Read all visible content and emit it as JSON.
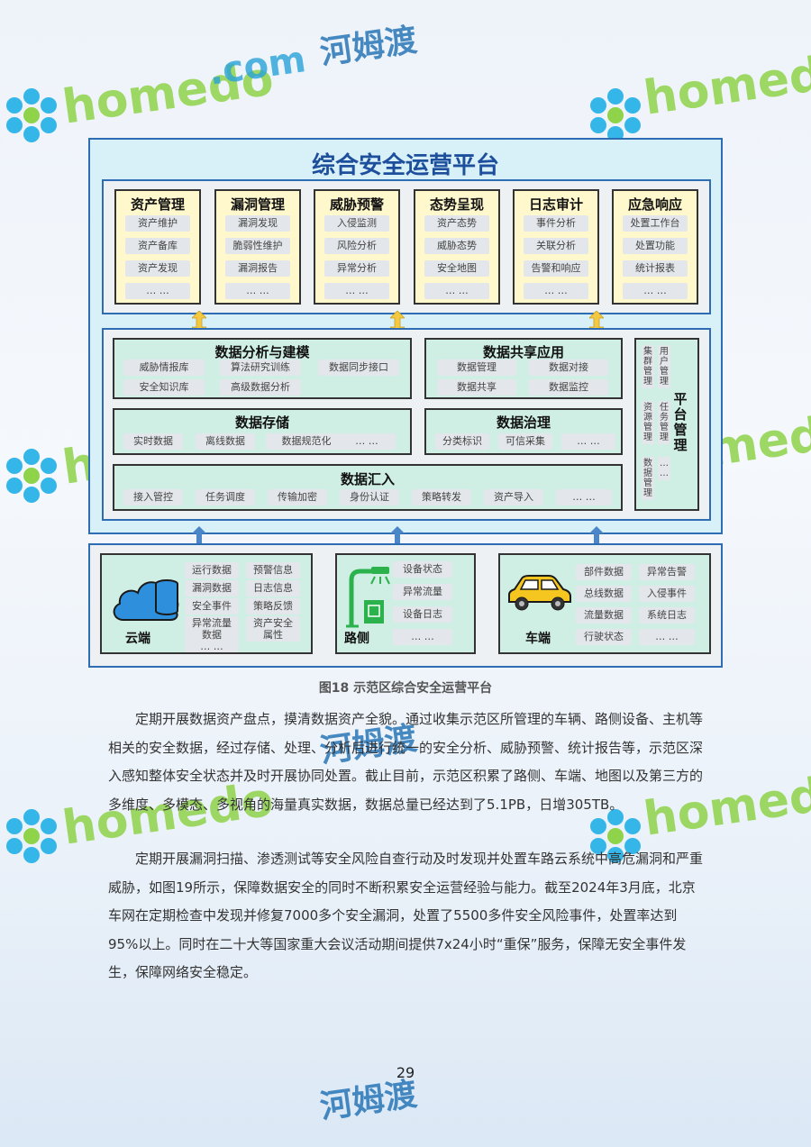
{
  "watermark": {
    "brand": "homedo",
    "domain": ".com",
    "cn": "河姆渡"
  },
  "diagram": {
    "title": "综合安全运营平台",
    "modules": [
      {
        "title": "资产管理",
        "items": [
          "资产维护",
          "资产备库",
          "资产发现",
          "… …"
        ]
      },
      {
        "title": "漏洞管理",
        "items": [
          "漏洞发现",
          "脆弱性维护",
          "漏洞报告",
          "… …"
        ]
      },
      {
        "title": "威胁预警",
        "items": [
          "入侵监测",
          "风险分析",
          "异常分析",
          "… …"
        ]
      },
      {
        "title": "态势呈现",
        "items": [
          "资产态势",
          "威胁态势",
          "安全地图",
          "… …"
        ]
      },
      {
        "title": "日志审计",
        "items": [
          "事件分析",
          "关联分析",
          "告警和响应",
          "… …"
        ]
      },
      {
        "title": "应急响应",
        "items": [
          "处置工作台",
          "处置功能",
          "统计报表",
          "… …"
        ]
      }
    ],
    "analysis": {
      "title": "数据分析与建模",
      "items": [
        "威胁情报库",
        "算法研究训练",
        "数据同步接口",
        "安全知识库",
        "高级数据分析"
      ]
    },
    "sharing": {
      "title": "数据共享应用",
      "items": [
        "数据管理",
        "数据对接",
        "数据共享",
        "数据监控"
      ]
    },
    "storage": {
      "title": "数据存储",
      "items": [
        "实时数据",
        "离线数据",
        "数据规范化",
        "… …"
      ]
    },
    "governance": {
      "title": "数据治理",
      "items": [
        "分类标识",
        "可信采集",
        "… …"
      ]
    },
    "ingest": {
      "title": "数据汇入",
      "items": [
        "接入管控",
        "任务调度",
        "传输加密",
        "身份认证",
        "策略转发",
        "资产导入",
        "… …"
      ]
    },
    "platform": {
      "title": "平台管理",
      "items": [
        "集群管理",
        "用户管理",
        "资源管理",
        "任务管理",
        "数据管理",
        "… …"
      ]
    },
    "cloud": {
      "label": "云端",
      "items": [
        "运行数据",
        "预警信息",
        "漏洞数据",
        "日志信息",
        "安全事件",
        "策略反馈",
        "异常流量数据",
        "资产安全属性",
        "… …"
      ]
    },
    "roadside": {
      "label": "路侧",
      "items": [
        "设备状态",
        "异常流量",
        "设备日志",
        "… …"
      ]
    },
    "vehicle": {
      "label": "车端",
      "items": [
        "部件数据",
        "异常告警",
        "总线数据",
        "入侵事件",
        "流量数据",
        "系统日志",
        "行驶状态",
        "… …"
      ]
    },
    "colors": {
      "outer_border": "#2e6db4",
      "outer_bg": "#d8f0f8",
      "module_bg": "#fff8cc",
      "data_bg": "#cfeee4",
      "pill_bg": "#e3e6ea",
      "arrow": "#4a86c8",
      "arrow_top": "#f5c842"
    }
  },
  "caption": "图18  示范区综合安全运营平台",
  "paragraphs": [
    "定期开展数据资产盘点，摸清数据资产全貌。通过收集示范区所管理的车辆、路侧设备、主机等相关的安全数据，经过存储、处理、分析后进行统一的安全分析、威胁预警、统计报告等，示范区深入感知整体安全状态并及时开展协同处置。截止目前，示范区积累了路侧、车端、地图以及第三方的多维度、多模态、多视角的海量真实数据，数据总量已经达到了5.1PB，日增305TB。",
    "定期开展漏洞扫描、渗透测试等安全风险自查行动及时发现并处置车路云系统中高危漏洞和严重威胁，如图19所示，保障数据安全的同时不断积累安全运营经验与能力。截至2024年3月底，北京车网在定期检查中发现并修复7000多个安全漏洞，处置了5500多件安全风险事件，处置率达到95%以上。同时在二十大等国家重大会议活动期间提供7x24小时“重保”服务，保障无安全事件发生，保障网络安全稳定。"
  ],
  "page_number": "29"
}
